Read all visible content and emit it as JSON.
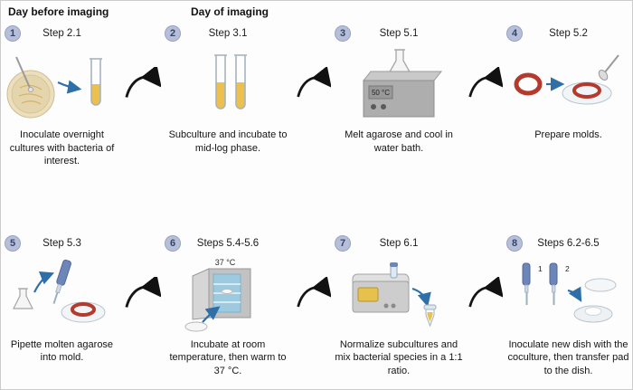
{
  "headers": {
    "day_before": "Day before imaging",
    "day_of": "Day of imaging"
  },
  "steps": [
    {
      "number": "1",
      "label": "Step 2.1",
      "caption": "Inoculate overnight cultures with bacteria of interest."
    },
    {
      "number": "2",
      "label": "Step 3.1",
      "caption": "Subculture and incubate to mid-log phase."
    },
    {
      "number": "3",
      "label": "Step 5.1",
      "caption": "Melt agarose and cool in water bath."
    },
    {
      "number": "4",
      "label": "Step 5.2",
      "caption": "Prepare molds."
    },
    {
      "number": "5",
      "label": "Step 5.3",
      "caption": "Pipette molten agarose into mold."
    },
    {
      "number": "6",
      "label": "Steps 5.4-5.6",
      "caption": "Incubate at room temperature, then warm to 37 °C."
    },
    {
      "number": "7",
      "label": "Step 6.1",
      "caption": "Normalize subcultures and mix bacterial species in a 1:1 ratio."
    },
    {
      "number": "8",
      "label": "Steps 6.2-6.5",
      "caption": "Inoculate new dish with the coculture, then transfer pad to the dish."
    }
  ],
  "illustrations": {
    "water_bath_temp": "50 °C",
    "incubator_temp": "37 °C",
    "pipette1_label": "1",
    "pipette2_label": "2"
  },
  "colors": {
    "badge_bg": "#b6bfda",
    "arrow_blue": "#2f6fa8",
    "ring_red": "#b43a2e",
    "liquid_yellow": "#ecc04f"
  }
}
